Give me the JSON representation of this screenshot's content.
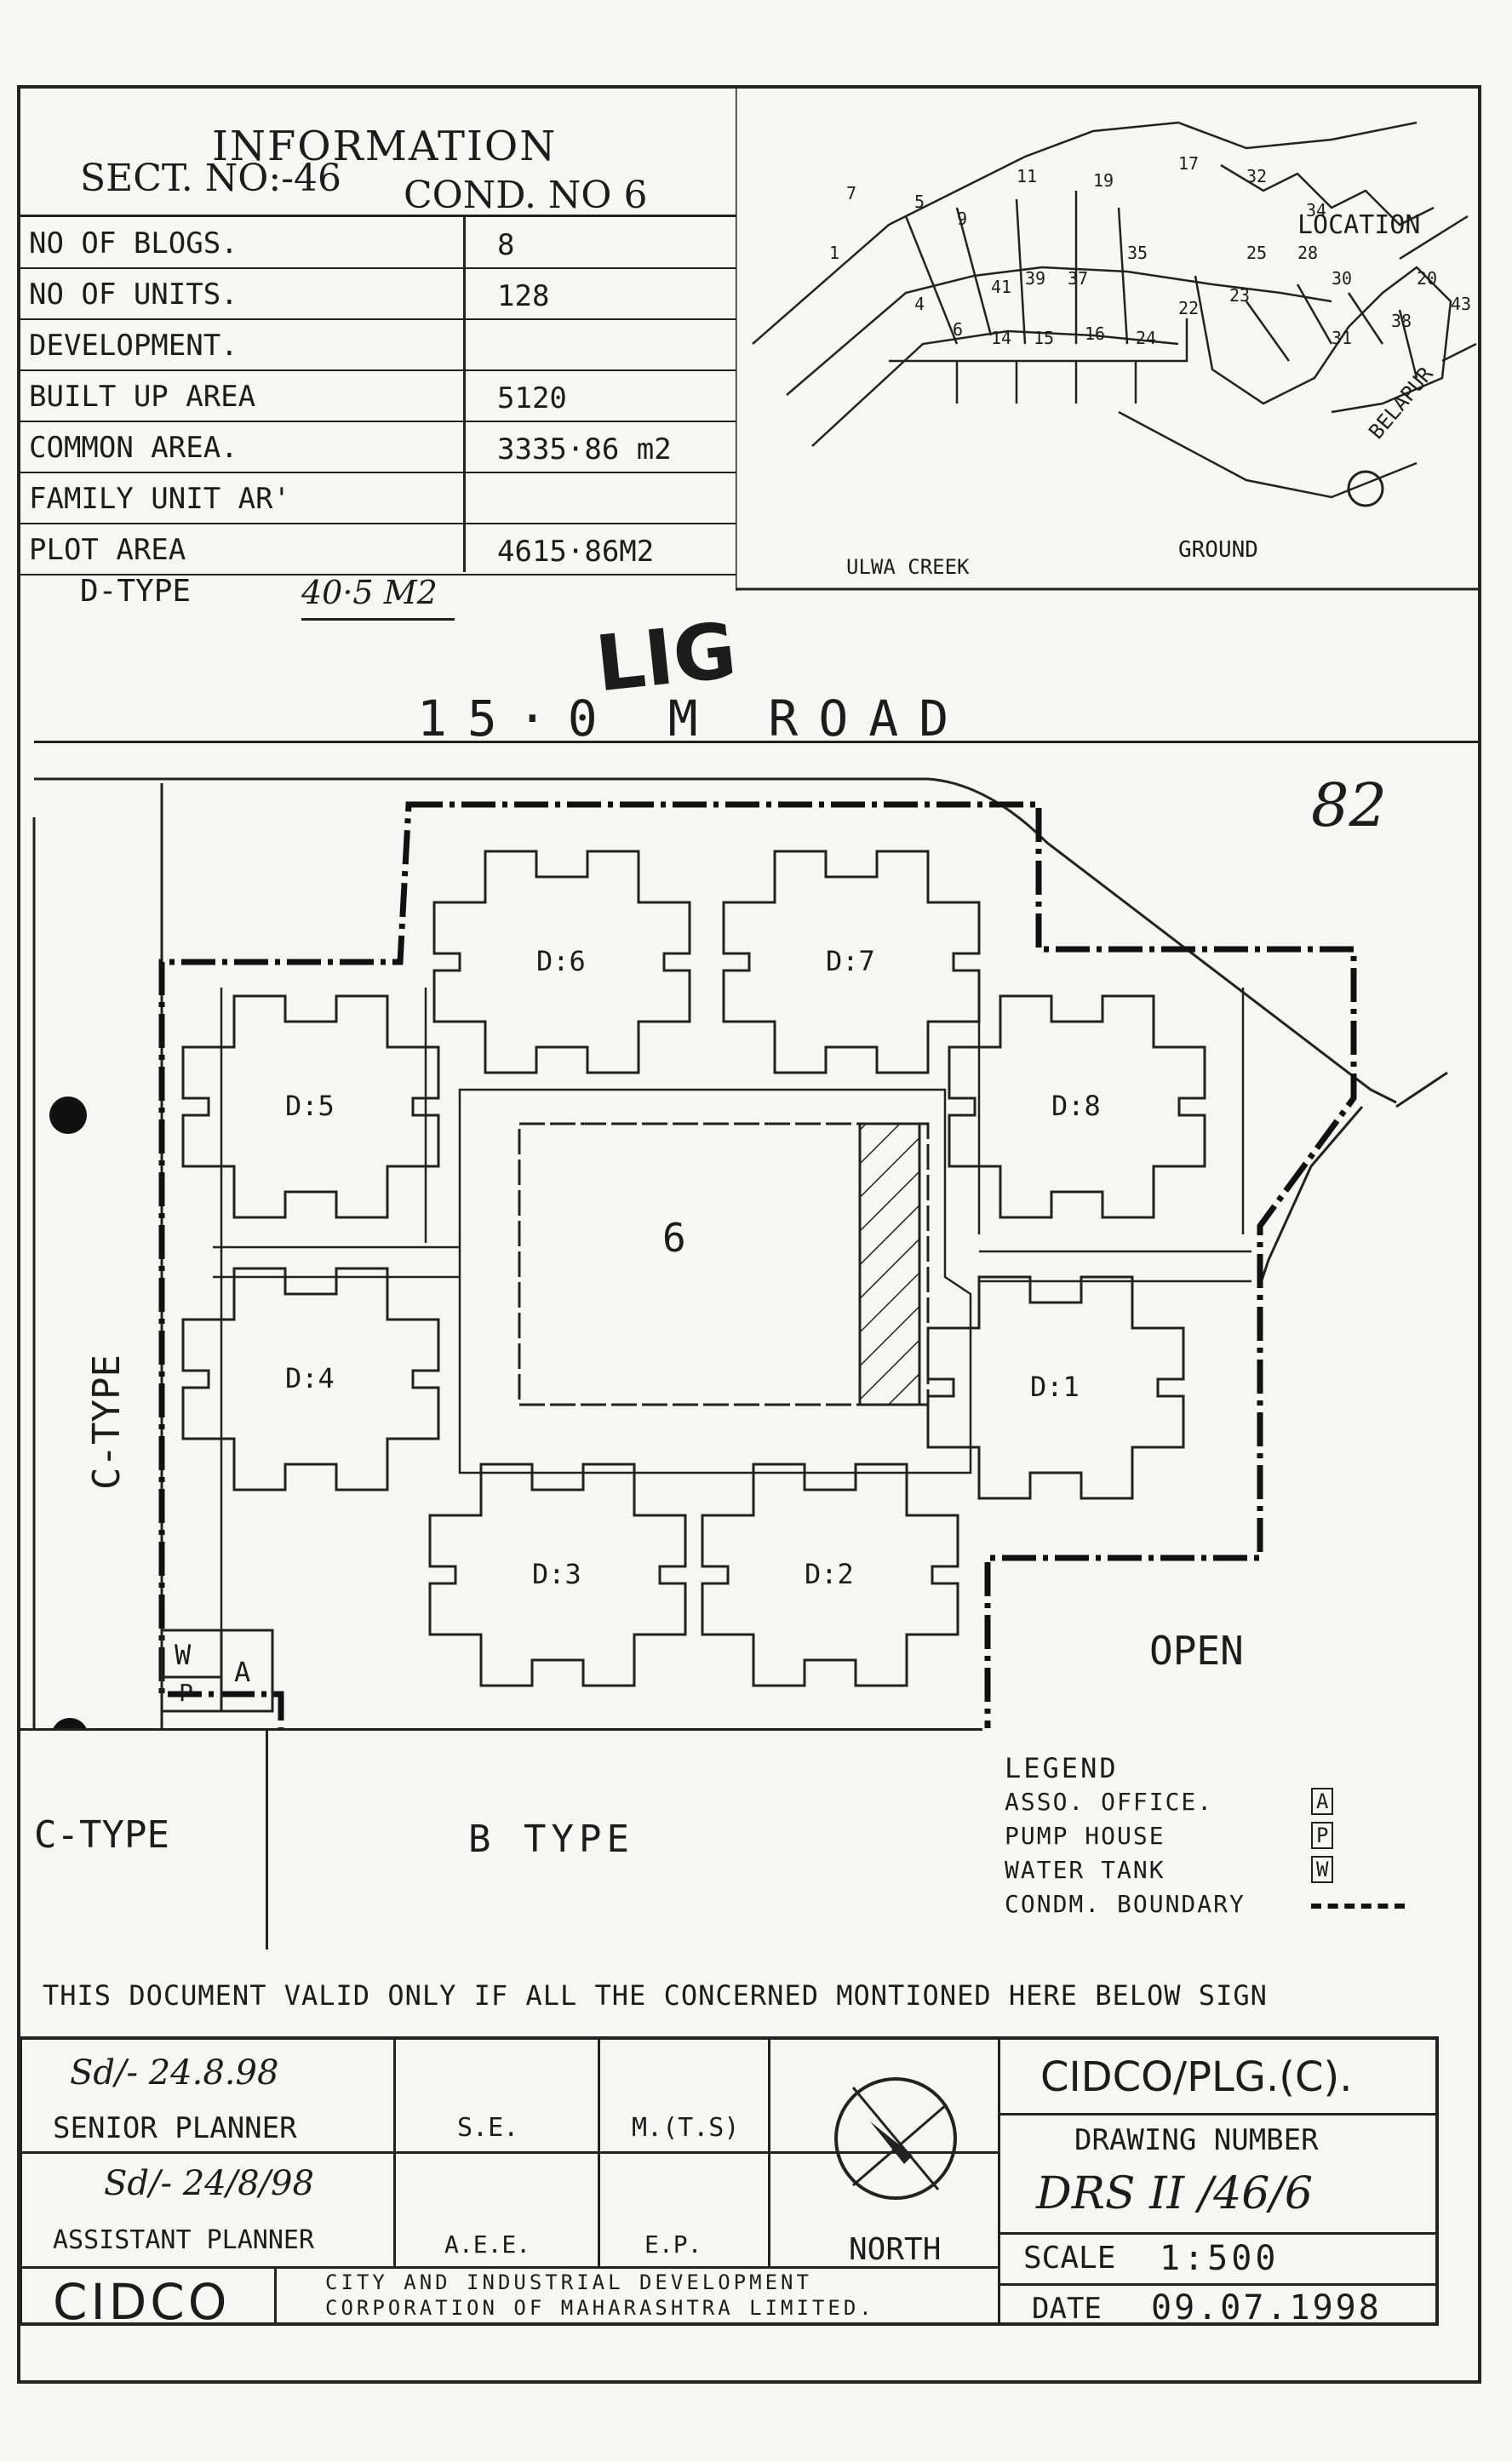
{
  "info": {
    "heading": "INFORMATION",
    "sector": "SECT. NO:-46",
    "condominium": "COND. NO 6",
    "rows": [
      {
        "label": "NO OF BLOGS.",
        "value": "8"
      },
      {
        "label": "NO OF UNITS.",
        "value": "128"
      },
      {
        "label": "DEVELOPMENT.",
        "value": ""
      },
      {
        "label": "BUILT UP AREA",
        "value": "5120"
      },
      {
        "label": "COMMON AREA.",
        "value": "3335·86 m2"
      },
      {
        "label": "FAMILY UNIT AR'",
        "value": ""
      },
      {
        "label": "PLOT AREA",
        "value": "4615·86M2"
      }
    ],
    "d_type": "D-TYPE",
    "d_type_value": "40·5 M2"
  },
  "location_map": {
    "location_label": "LOCATION",
    "belapur": "BELAPUR",
    "creek": "ULWA CREEK",
    "ground": "GROUND",
    "plots": [
      "7",
      "5",
      "9",
      "11",
      "19",
      "17",
      "1",
      "4",
      "6",
      "14",
      "15",
      "16",
      "24",
      "22",
      "23",
      "25",
      "28",
      "30",
      "31",
      "38",
      "20",
      "43",
      "32",
      "34",
      "35",
      "37",
      "39",
      "41"
    ]
  },
  "stamp": "LIG",
  "road": "15·0 M ROAD",
  "page_number": "82",
  "site": {
    "blocks": [
      "D:1",
      "D:2",
      "D:3",
      "D:4",
      "D:5",
      "D:6",
      "D:7",
      "D:8"
    ],
    "center": "6",
    "c_type_left": "C-TYPE",
    "c_type_bottom": "C-TYPE",
    "b_type": "B TYPE",
    "open": "OPEN",
    "w": "W",
    "p": "P",
    "a": "A"
  },
  "legend": {
    "title": "LEGEND",
    "items": [
      {
        "label": "ASSO. OFFICE.",
        "symbol": "A"
      },
      {
        "label": "PUMP HOUSE",
        "symbol": "P"
      },
      {
        "label": "WATER TANK",
        "symbol": "W"
      },
      {
        "label": "CONDM. BOUNDARY",
        "symbol": ""
      }
    ]
  },
  "notice": "THIS DOCUMENT VALID ONLY IF ALL THE CONCERNED MONTIONED HERE BELOW SIGN",
  "title_block": {
    "senior_planner_sig": "Sd/- 24.8.98",
    "senior_planner": "SENIOR PLANNER",
    "assistant_planner_sig": "Sd/- 24/8/98",
    "assistant_planner": "ASSISTANT PLANNER",
    "se": "S.E.",
    "mts": "M.(T.S)",
    "aee": "A.E.E.",
    "ep": "E.P.",
    "north": "NORTH",
    "org_short": "CIDCO",
    "org_full_1": "CITY AND INDUSTRIAL DEVELOPMENT",
    "org_full_2": "CORPORATION OF MAHARASHTRA LIMITED.",
    "org_header": "CIDCO/PLG.(C).",
    "drawing_number_label": "DRAWING NUMBER",
    "drawing_number": "DRS II /46/6",
    "scale_label": "SCALE",
    "scale": "1:500",
    "date_label": "DATE",
    "date": "09.07.1998"
  }
}
